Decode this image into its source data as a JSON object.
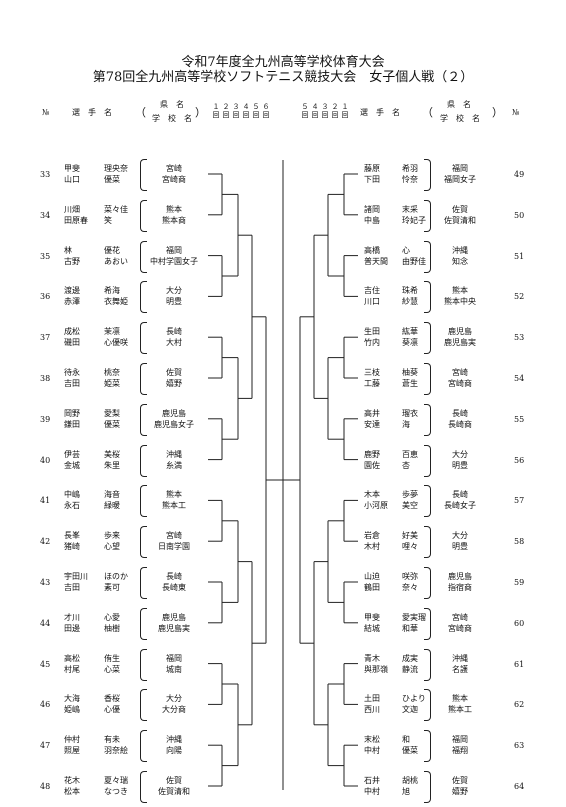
{
  "title": {
    "line1": "令和7年度全九州高等学校体育大会",
    "line2": "第78回全九州高等学校ソフトテニス競技大会　女子個人戦（２）"
  },
  "header": {
    "no": "№",
    "players": "選　手　名",
    "paren_open": "（",
    "paren_close": "）",
    "pref": "県　名",
    "school": "学　校　名",
    "rounds_left": [
      "１回",
      "２回",
      "３回",
      "４回",
      "５回",
      "６回"
    ],
    "rounds_right": [
      "５回",
      "４回",
      "３回",
      "２回",
      "１回"
    ]
  },
  "left": [
    {
      "no": "33",
      "p1": [
        "甲斐",
        "理央奈"
      ],
      "p2": [
        "山口",
        "優菜"
      ],
      "pref": "宮崎",
      "school": "宮崎商"
    },
    {
      "no": "34",
      "p1": [
        "川畑",
        "菜々佳"
      ],
      "p2": [
        "田原春",
        "笑"
      ],
      "pref": "熊本",
      "school": "熊本商"
    },
    {
      "no": "35",
      "p1": [
        "林",
        "優花"
      ],
      "p2": [
        "古野",
        "あおい"
      ],
      "pref": "福岡",
      "school": "中村学園女子"
    },
    {
      "no": "36",
      "p1": [
        "渡邊",
        "希海"
      ],
      "p2": [
        "赤澤",
        "衣舞姫"
      ],
      "pref": "大分",
      "school": "明豊"
    },
    {
      "no": "37",
      "p1": [
        "成松",
        "茉凛"
      ],
      "p2": [
        "磯田",
        "心優咲"
      ],
      "pref": "長崎",
      "school": "大村"
    },
    {
      "no": "38",
      "p1": [
        "待永",
        "桃奈"
      ],
      "p2": [
        "吉田",
        "姫菜"
      ],
      "pref": "佐賀",
      "school": "嬉野"
    },
    {
      "no": "39",
      "p1": [
        "岡野",
        "愛梨"
      ],
      "p2": [
        "鎌田",
        "優菜"
      ],
      "pref": "鹿児島",
      "school": "鹿児島女子"
    },
    {
      "no": "40",
      "p1": [
        "伊芸",
        "美桜"
      ],
      "p2": [
        "金城",
        "朱里"
      ],
      "pref": "沖縄",
      "school": "糸満"
    },
    {
      "no": "41",
      "p1": [
        "中嶋",
        "海音"
      ],
      "p2": [
        "永石",
        "緑暖"
      ],
      "pref": "熊本",
      "school": "熊本工"
    },
    {
      "no": "42",
      "p1": [
        "長峯",
        "歩来"
      ],
      "p2": [
        "猪崎",
        "心望"
      ],
      "pref": "宮崎",
      "school": "日南学園"
    },
    {
      "no": "43",
      "p1": [
        "宇田川",
        "ほのか"
      ],
      "p2": [
        "吉田",
        "素可"
      ],
      "pref": "長崎",
      "school": "長崎東"
    },
    {
      "no": "44",
      "p1": [
        "才川",
        "心愛"
      ],
      "p2": [
        "田邊",
        "柚樹"
      ],
      "pref": "鹿児島",
      "school": "鹿児島実"
    },
    {
      "no": "45",
      "p1": [
        "高松",
        "侑生"
      ],
      "p2": [
        "村尾",
        "心菜"
      ],
      "pref": "福岡",
      "school": "城南"
    },
    {
      "no": "46",
      "p1": [
        "大海",
        "香桜"
      ],
      "p2": [
        "姫嶋",
        "心優"
      ],
      "pref": "大分",
      "school": "大分商"
    },
    {
      "no": "47",
      "p1": [
        "仲村",
        "有未"
      ],
      "p2": [
        "照屋",
        "羽奈絵"
      ],
      "pref": "沖縄",
      "school": "向陽"
    },
    {
      "no": "48",
      "p1": [
        "花木",
        "夏々瑞"
      ],
      "p2": [
        "松本",
        "なつき"
      ],
      "pref": "佐賀",
      "school": "佐賀清和"
    }
  ],
  "right": [
    {
      "no": "49",
      "p1": [
        "藤原",
        "希羽"
      ],
      "p2": [
        "下田",
        "怜奈"
      ],
      "pref": "福岡",
      "school": "福岡女子"
    },
    {
      "no": "50",
      "p1": [
        "諸岡",
        "末采"
      ],
      "p2": [
        "中島",
        "玲妃子"
      ],
      "pref": "佐賀",
      "school": "佐賀清和"
    },
    {
      "no": "51",
      "p1": [
        "高橋",
        "心"
      ],
      "p2": [
        "普天間",
        "由野佳"
      ],
      "pref": "沖縄",
      "school": "知念"
    },
    {
      "no": "52",
      "p1": [
        "吉住",
        "珠希"
      ],
      "p2": [
        "川口",
        "紗慧"
      ],
      "pref": "熊本",
      "school": "熊本中央"
    },
    {
      "no": "53",
      "p1": [
        "生田",
        "紘華"
      ],
      "p2": [
        "竹内",
        "葵凛"
      ],
      "pref": "鹿児島",
      "school": "鹿児島実"
    },
    {
      "no": "54",
      "p1": [
        "三枝",
        "柚葵"
      ],
      "p2": [
        "工藤",
        "蒼生"
      ],
      "pref": "宮崎",
      "school": "宮崎商"
    },
    {
      "no": "55",
      "p1": [
        "高井",
        "瑠衣"
      ],
      "p2": [
        "安達",
        "海"
      ],
      "pref": "長崎",
      "school": "長崎商"
    },
    {
      "no": "56",
      "p1": [
        "鹿野",
        "百恵"
      ],
      "p2": [
        "園佐",
        "杏"
      ],
      "pref": "大分",
      "school": "明豊"
    },
    {
      "no": "57",
      "p1": [
        "木本",
        "歩夢"
      ],
      "p2": [
        "小河原",
        "美空"
      ],
      "pref": "長崎",
      "school": "長崎女子"
    },
    {
      "no": "58",
      "p1": [
        "岩倉",
        "好美"
      ],
      "p2": [
        "木村",
        "哩々"
      ],
      "pref": "大分",
      "school": "明豊"
    },
    {
      "no": "59",
      "p1": [
        "山迫",
        "咲弥"
      ],
      "p2": [
        "鶴田",
        "奈々"
      ],
      "pref": "鹿児島",
      "school": "指宿商"
    },
    {
      "no": "60",
      "p1": [
        "甲斐",
        "愛実瑠"
      ],
      "p2": [
        "結城",
        "和華"
      ],
      "pref": "宮崎",
      "school": "宮崎商"
    },
    {
      "no": "61",
      "p1": [
        "青木",
        "成実"
      ],
      "p2": [
        "與那嶺",
        "静流"
      ],
      "pref": "沖縄",
      "school": "名護"
    },
    {
      "no": "62",
      "p1": [
        "土田",
        "ひより"
      ],
      "p2": [
        "西川",
        "文迦"
      ],
      "pref": "熊本",
      "school": "熊本工"
    },
    {
      "no": "63",
      "p1": [
        "末松",
        "和"
      ],
      "p2": [
        "中村",
        "優菜"
      ],
      "pref": "福岡",
      "school": "福翔"
    },
    {
      "no": "64",
      "p1": [
        "石井",
        "胡桃"
      ],
      "p2": [
        "中村",
        "旭"
      ],
      "pref": "佐賀",
      "school": "嬉野"
    }
  ]
}
